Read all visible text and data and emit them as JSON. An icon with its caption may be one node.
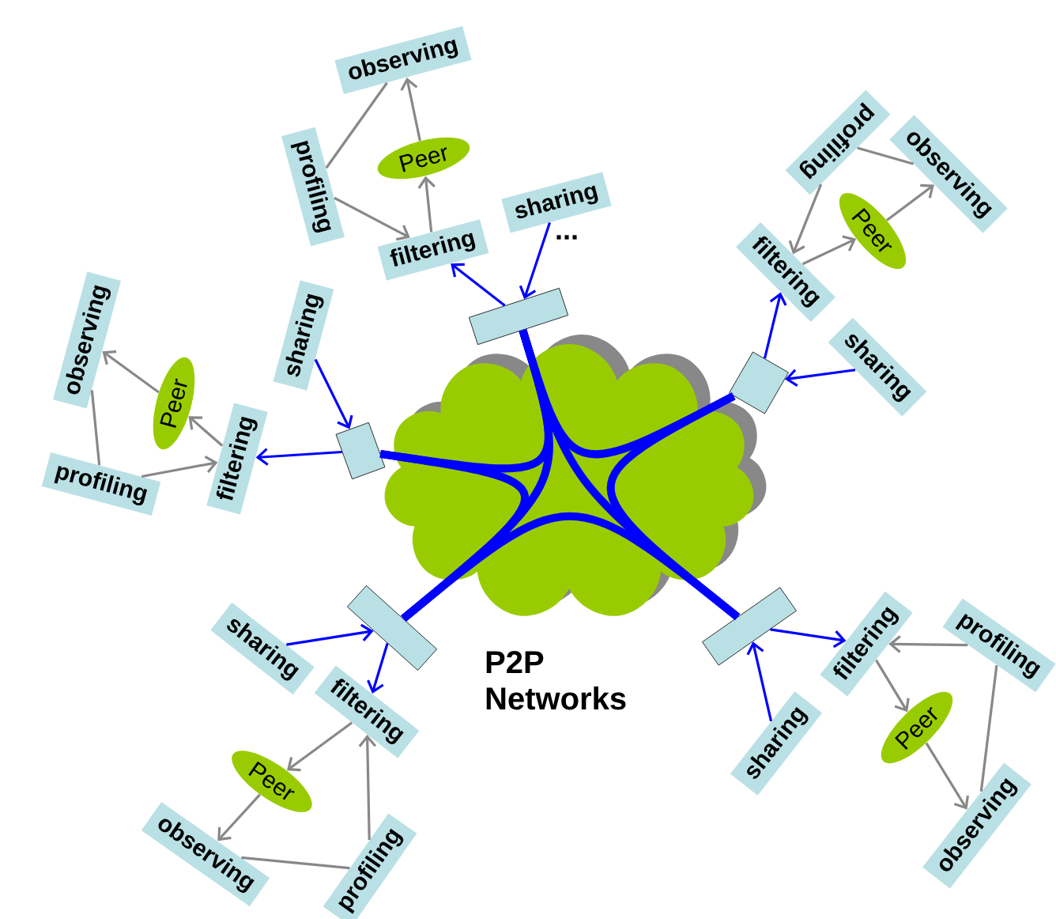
{
  "diagram": {
    "nodes": [
      {
        "text": [
          "observing"
        ]
      },
      {
        "text": [
          "Peer"
        ]
      },
      {
        "text": [
          "profiling"
        ]
      },
      {
        "text": [
          "filtering"
        ]
      },
      {
        "text": [
          "sharing"
        ]
      },
      {
        "text": [],
        "shape": "box"
      },
      {
        "text": [
          "observing"
        ]
      },
      {
        "text": [
          "Peer"
        ]
      },
      {
        "text": [
          "profiling"
        ]
      },
      {
        "text": [
          "filtering"
        ]
      },
      {
        "text": [
          "sharing"
        ]
      },
      {
        "text": [],
        "shape": "box"
      },
      {
        "text": [
          "observing"
        ]
      },
      {
        "text": [
          "Peer"
        ]
      },
      {
        "text": [
          "profiling"
        ]
      },
      {
        "text": [
          "filtering"
        ]
      },
      {
        "text": [
          "sharing"
        ]
      },
      {
        "text": [],
        "shape": "box"
      },
      {
        "text": [
          "observing"
        ]
      },
      {
        "text": [
          "Peer"
        ]
      },
      {
        "text": [
          "profiling"
        ]
      },
      {
        "text": [
          "filtering"
        ]
      },
      {
        "text": [
          "sharing"
        ]
      },
      {
        "text": [],
        "shape": "box"
      },
      {
        "text": [
          "observing"
        ]
      },
      {
        "text": [
          "Peer"
        ]
      },
      {
        "text": [
          "profiling"
        ]
      },
      {
        "text": [
          "filtering"
        ]
      },
      {
        "text": [
          "sharing"
        ]
      },
      {
        "text": [],
        "shape": "box"
      }
    ],
    "edges": [
      {
        "from": 1,
        "to": 0,
        "arrow": "to"
      },
      {
        "from": 3,
        "to": 1,
        "arrow": "to"
      },
      {
        "from": 0,
        "to": 2,
        "arrow": "none"
      },
      {
        "from": 2,
        "to": 3,
        "arrow": "to"
      },
      {
        "from": 5,
        "to": 3,
        "arrow": "to",
        "color": "#0000ff"
      },
      {
        "from": 4,
        "to": 5,
        "arrow": "to",
        "color": "#0000ff"
      },
      {
        "from": 7,
        "to": 6,
        "arrow": "to"
      },
      {
        "from": 9,
        "to": 7,
        "arrow": "to"
      },
      {
        "from": 6,
        "to": 8,
        "arrow": "none"
      },
      {
        "from": 8,
        "to": 9,
        "arrow": "to"
      },
      {
        "from": 11,
        "to": 9,
        "arrow": "to",
        "color": "#0000ff"
      },
      {
        "from": 10,
        "to": 11,
        "arrow": "to",
        "color": "#0000ff"
      },
      {
        "from": 13,
        "to": 12,
        "arrow": "to"
      },
      {
        "from": 15,
        "to": 13,
        "arrow": "to"
      },
      {
        "from": 12,
        "to": 14,
        "arrow": "none"
      },
      {
        "from": 14,
        "to": 15,
        "arrow": "to"
      },
      {
        "from": 17,
        "to": 15,
        "arrow": "to",
        "color": "#0000ff"
      },
      {
        "from": 16,
        "to": 17,
        "arrow": "to",
        "color": "#0000ff"
      },
      {
        "from": 19,
        "to": 18,
        "arrow": "to"
      },
      {
        "from": 21,
        "to": 19,
        "arrow": "to"
      },
      {
        "from": 18,
        "to": 20,
        "arrow": "none"
      },
      {
        "from": 20,
        "to": 21,
        "arrow": "to"
      },
      {
        "from": 23,
        "to": 21,
        "arrow": "to",
        "color": "#0000ff"
      },
      {
        "from": 22,
        "to": 23,
        "arrow": "to",
        "color": "#0000ff"
      },
      {
        "from": 25,
        "to": 24,
        "arrow": "to"
      },
      {
        "from": 27,
        "to": 25,
        "arrow": "to"
      },
      {
        "from": 24,
        "to": 26,
        "arrow": "none"
      },
      {
        "from": 26,
        "to": 27,
        "arrow": "to"
      },
      {
        "from": 29,
        "to": 27,
        "arrow": "to",
        "color": "#0000ff"
      },
      {
        "from": 28,
        "to": 29,
        "arrow": "to",
        "color": "#0000ff"
      },
      {
        "from": 17,
        "to": 5,
        "arrow": "none",
        "style": "thick",
        "color": "#0000ff"
      },
      {
        "from": 17,
        "to": 23,
        "arrow": "none",
        "style": "thick",
        "color": "#0000ff"
      },
      {
        "from": 5,
        "to": 23,
        "arrow": "none",
        "style": "thick",
        "color": "#0000ff"
      },
      {
        "from": 5,
        "to": 29,
        "arrow": "none",
        "style": "thick",
        "color": "#0000ff"
      },
      {
        "from": 5,
        "to": 11,
        "arrow": "none",
        "style": "thick",
        "color": "#0000ff"
      },
      {
        "from": 11,
        "to": 29,
        "arrow": "none",
        "style": "thick",
        "color": "#0000ff"
      },
      {
        "from": 23,
        "to": 29,
        "arrow": "none",
        "style": "thick",
        "color": "#0000ff"
      }
    ],
    "labels": [
      "...",
      "P2P Networks"
    ]
  }
}
